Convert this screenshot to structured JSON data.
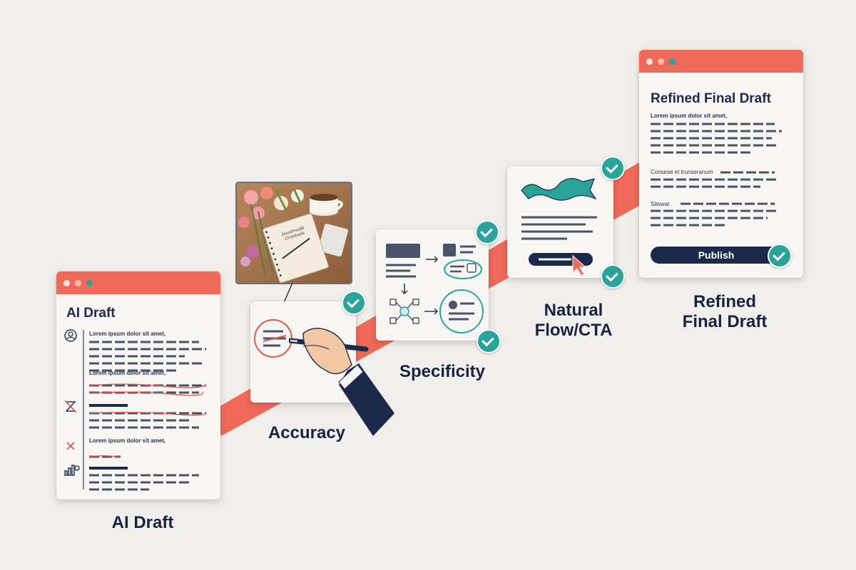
{
  "stages": [
    {
      "label": "AI Draft"
    },
    {
      "label": "Accuracy"
    },
    {
      "label": "Specificity"
    },
    {
      "label": "Natural\nFlow/CTA"
    },
    {
      "label": "Refined\nFinal Draft"
    }
  ],
  "ai_draft_card": {
    "title": "AI Draft",
    "lines": [
      "Lorem ipsum dolor sit amet,",
      "Lorem ipsum dolor sit amet,",
      "Lorem ipsum dolor sit amet,"
    ]
  },
  "notebook_photo": {
    "cover_text": "Handmade Gratitude"
  },
  "final_card": {
    "title": "Refined Final Draft",
    "lines": [
      "Lorem ipsum dolor sit amet,",
      "Consese et trunseranum",
      "Sitewat"
    ],
    "publish_label": "Publish"
  },
  "colors": {
    "coral": "#f06a5a",
    "teal": "#2aa39b",
    "navy": "#1b2a4a",
    "background": "#f1efeb"
  }
}
